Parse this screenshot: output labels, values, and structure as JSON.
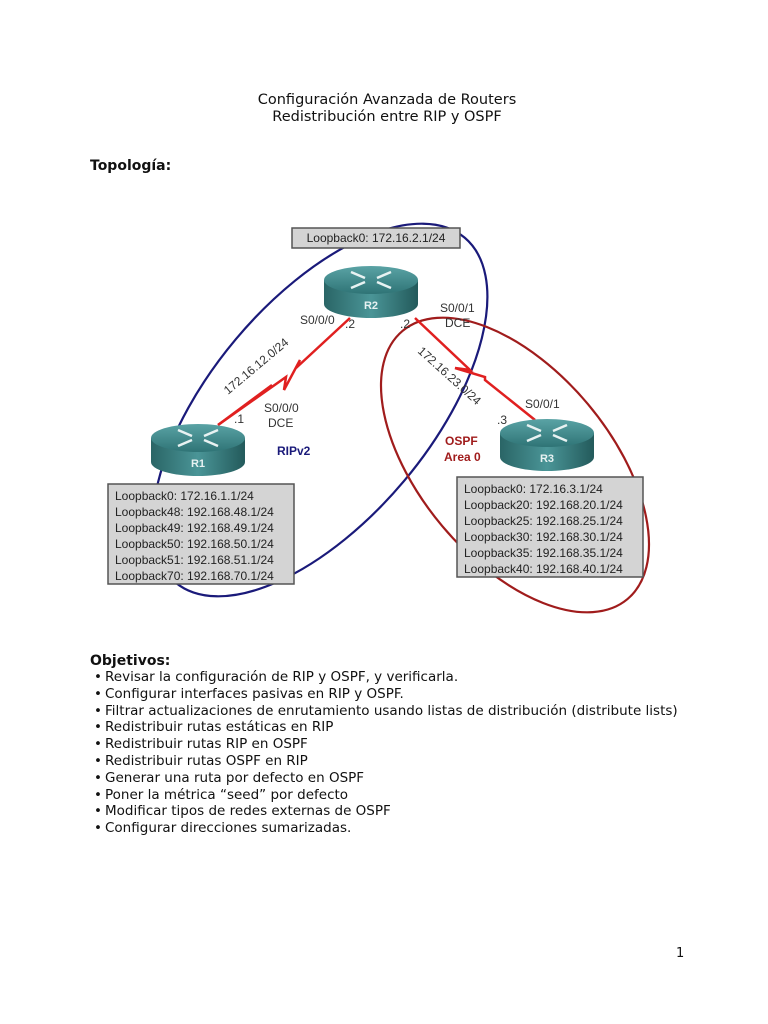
{
  "header": {
    "title_line1": "Configuración Avanzada de Routers",
    "title_line2": "Redistribución entre RIP y OSPF"
  },
  "topology": {
    "heading": "Topología:",
    "routers": {
      "r1": {
        "label": "R1",
        "loopbacks": [
          "Loopback0: 172.16.1.1/24",
          "Loopback48: 192.168.48.1/24",
          "Loopback49: 192.168.49.1/24",
          "Loopback50: 192.168.50.1/24",
          "Loopback51: 192.168.51.1/24",
          "Loopback70: 192.168.70.1/24"
        ]
      },
      "r2": {
        "label": "R2",
        "loopbacks": [
          "Loopback0: 172.16.2.1/24"
        ]
      },
      "r3": {
        "label": "R3",
        "loopbacks": [
          "Loopback0: 172.16.3.1/24",
          "Loopback20: 192.168.20.1/24",
          "Loopback25: 192.168.25.1/24",
          "Loopback30: 192.168.30.1/24",
          "Loopback35: 192.168.35.1/24",
          "Loopback40: 192.168.40.1/24"
        ]
      }
    },
    "links": {
      "r1_r2": {
        "network": "172.16.12.0/24",
        "r1_iface": "S0/0/0",
        "r1_dce": "DCE",
        "r1_host": ".1",
        "r2_iface": "S0/0/0",
        "r2_host": ".2"
      },
      "r2_r3": {
        "network": "172.16.23.0/24",
        "r2_iface": "S0/0/1",
        "r2_dce": "DCE",
        "r2_host": ".2",
        "r3_iface": "S0/0/1",
        "r3_host": ".3"
      }
    },
    "domains": {
      "rip": {
        "label": "RIPv2",
        "color": "#1a1a7a"
      },
      "ospf": {
        "label_line1": "OSPF",
        "label_line2": "Area 0",
        "color": "#a01c1c"
      }
    },
    "colors": {
      "serial_link": "#e02020",
      "router": "#3e8a8c",
      "loopback_box": "#d4d4d4"
    }
  },
  "objectives": {
    "heading": "Objetivos:",
    "bullet": "•",
    "items": [
      "Revisar la configuración de RIP y OSPF, y verificarla.",
      "Configurar interfaces pasivas en RIP y OSPF.",
      "Filtrar actualizaciones de enrutamiento usando listas de distribución (distribute lists)",
      "Redistribuir rutas estáticas en RIP",
      "Redistribuir rutas RIP en OSPF",
      "Redistribuir rutas OSPF en RIP",
      "Generar una ruta por defecto en OSPF",
      "Poner la métrica “seed” por defecto",
      "Modificar tipos de redes externas de OSPF",
      "Configurar direcciones sumarizadas."
    ]
  },
  "footer": {
    "page_number": "1"
  }
}
